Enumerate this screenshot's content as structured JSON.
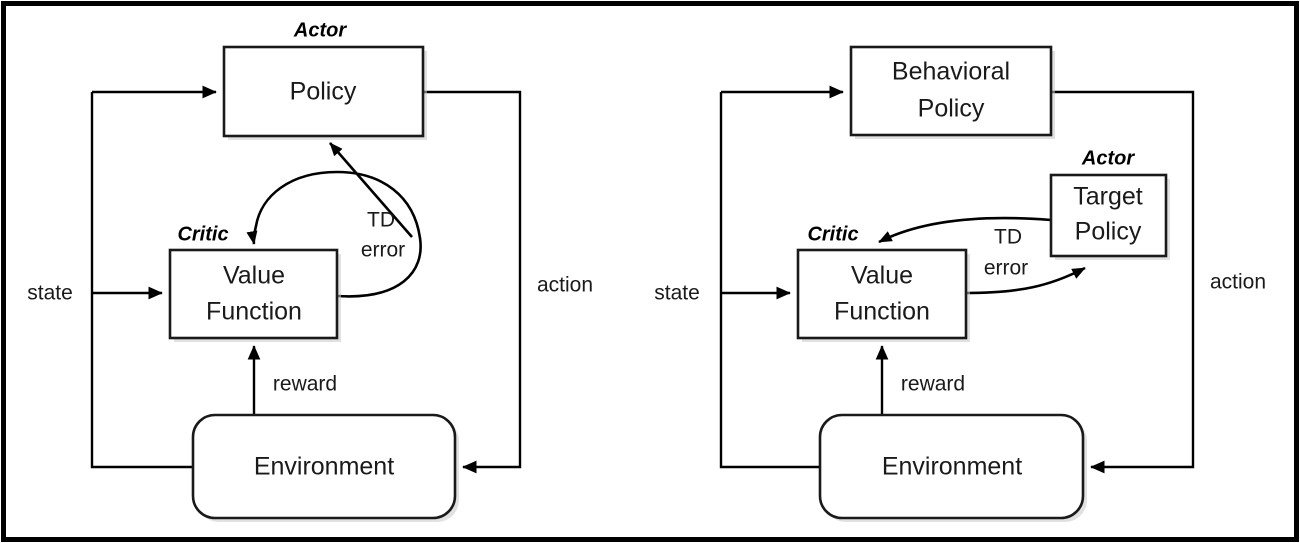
{
  "figure": {
    "type": "diagram",
    "subtype": "actor-critic-architecture",
    "border_color": "#000000",
    "background": "#ffffff",
    "line_color": "#000000"
  },
  "panels": [
    {
      "id": "on-policy-actor-critic",
      "nodes": {
        "policy": {
          "label": "Policy",
          "role": "Actor"
        },
        "value_function": {
          "label_line1": "Value",
          "label_line2": "Function",
          "role": "Critic"
        },
        "environment": {
          "label": "Environment"
        }
      },
      "edges": {
        "state": "state",
        "action": "action",
        "reward": "reward",
        "td_error_line1": "TD",
        "td_error_line2": "error"
      }
    },
    {
      "id": "off-policy-actor-critic",
      "nodes": {
        "behavioral_policy": {
          "label_line1": "Behavioral",
          "label_line2": "Policy"
        },
        "target_policy": {
          "label_line1": "Target",
          "label_line2": "Policy",
          "role": "Actor"
        },
        "value_function": {
          "label_line1": "Value",
          "label_line2": "Function",
          "role": "Critic"
        },
        "environment": {
          "label": "Environment"
        }
      },
      "edges": {
        "state": "state",
        "action": "action",
        "reward": "reward",
        "td_error_line1": "TD",
        "td_error_line2": "error"
      }
    }
  ]
}
